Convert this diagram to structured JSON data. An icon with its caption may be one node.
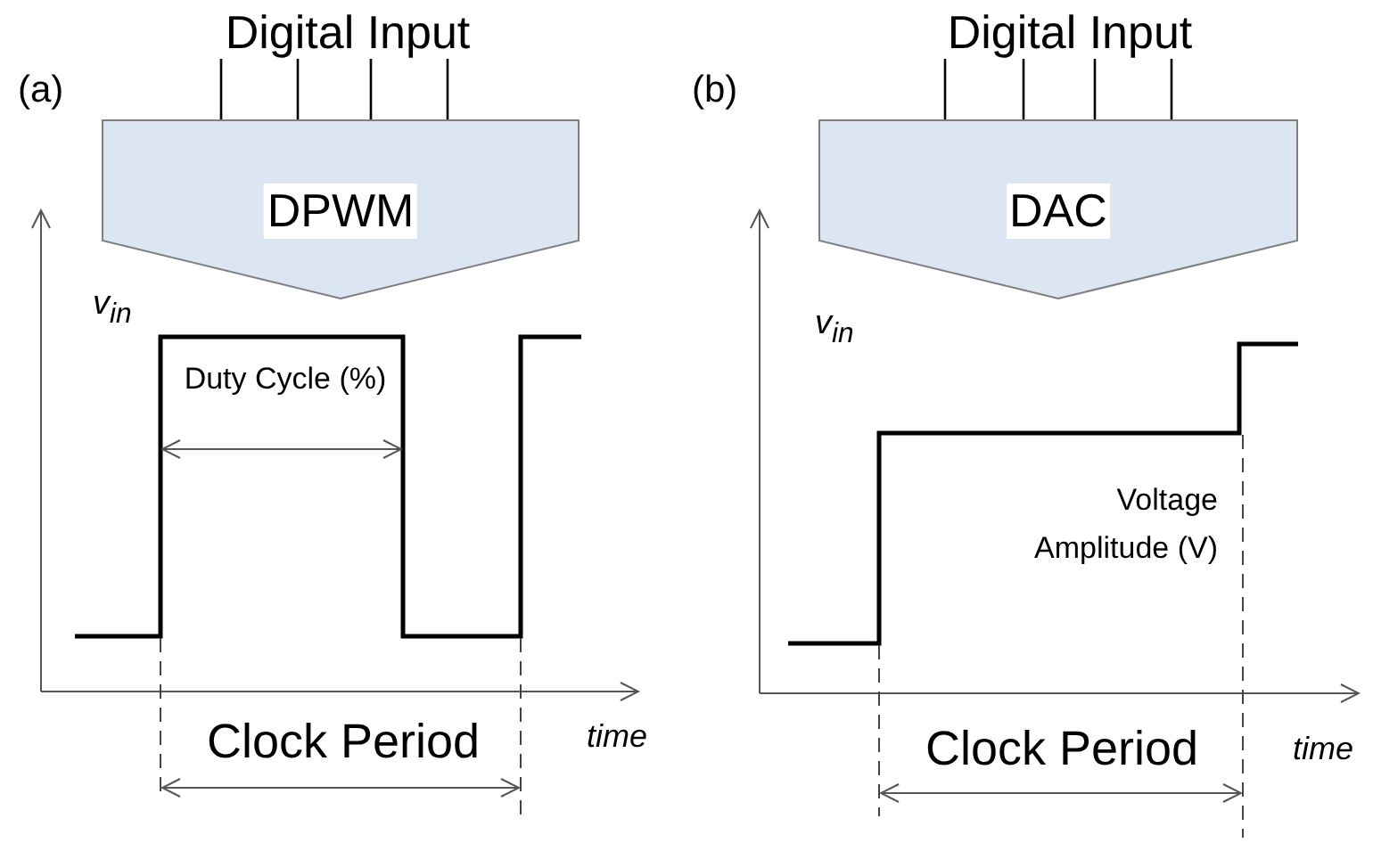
{
  "diagram": {
    "nodes": [
      {
        "text": [
          "Digital Input"
        ]
      },
      {
        "text": [
          "DPWM"
        ]
      },
      {
        "text": [
          "Digital Input"
        ]
      },
      {
        "text": [
          "DAC"
        ]
      }
    ],
    "edges": [
      {
        "from": 0,
        "to": 1,
        "arrow": "none"
      },
      {
        "from": 0,
        "to": 1,
        "arrow": "none"
      },
      {
        "from": 0,
        "to": 1,
        "arrow": "none"
      },
      {
        "from": 0,
        "to": 1,
        "arrow": "none"
      },
      {
        "from": 2,
        "to": 3,
        "arrow": "none"
      },
      {
        "from": 2,
        "to": 3,
        "arrow": "none"
      },
      {
        "from": 2,
        "to": 3,
        "arrow": "none"
      },
      {
        "from": 2,
        "to": 3,
        "arrow": "none"
      }
    ],
    "labels": [
      "(a)",
      "(b)",
      "v$_{in}$",
      "v$_{in}$",
      "Duty Cycle (%)",
      "Voltage Amplitude (V)",
      "time",
      "time",
      "Clock Period",
      "Clock Period"
    ]
  }
}
